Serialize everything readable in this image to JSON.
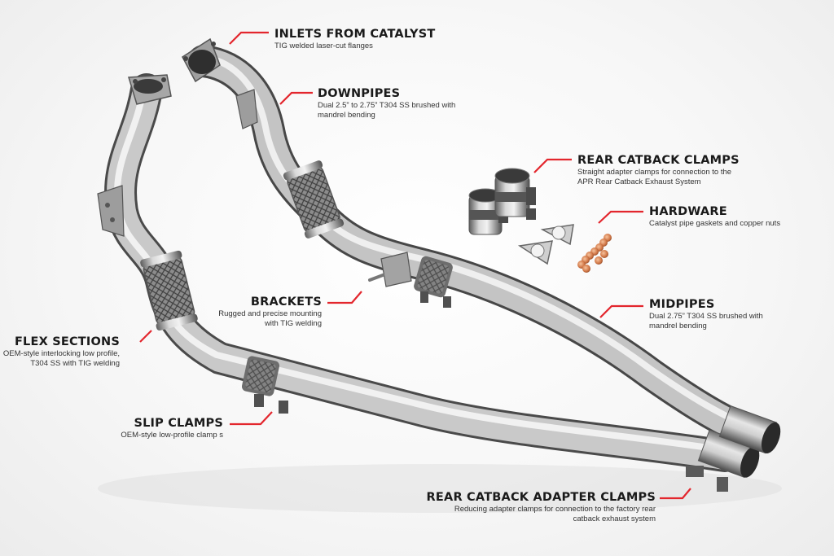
{
  "callouts": {
    "inlets": {
      "title": "INLETS FROM CATALYST",
      "desc": "TIG welded laser-cut flanges"
    },
    "downpipes": {
      "title": "DOWNPIPES",
      "desc": "Dual 2.5” to 2.75” T304 SS brushed with\nmandrel bending"
    },
    "rear_catback_clamps": {
      "title": "REAR CATBACK CLAMPS",
      "desc": "Straight adapter clamps for connection to the\nAPR Rear Catback Exhaust System"
    },
    "hardware": {
      "title": "HARDWARE",
      "desc": "Catalyst pipe gaskets and copper nuts"
    },
    "brackets": {
      "title": "BRACKETS",
      "desc": "Rugged and precise mounting\nwith TIG welding"
    },
    "midpipes": {
      "title": "MIDPIPES",
      "desc": "Dual 2.75” T304 SS brushed with\nmandrel bending"
    },
    "flex_sections": {
      "title": "FLEX SECTIONS",
      "desc": "OEM-style interlocking low profile,\nT304 SS with TIG welding"
    },
    "slip_clamps": {
      "title": "SLIP CLAMPS",
      "desc": "OEM-style low-profile clamp s"
    },
    "rear_adapter_clamps": {
      "title": "REAR CATBACK ADAPTER CLAMPS",
      "desc": "Reducing adapter clamps for connection to the factory rear\ncatback exhaust system"
    }
  },
  "colors": {
    "accent": "#e3262d",
    "metal": "#b8b8b8"
  }
}
